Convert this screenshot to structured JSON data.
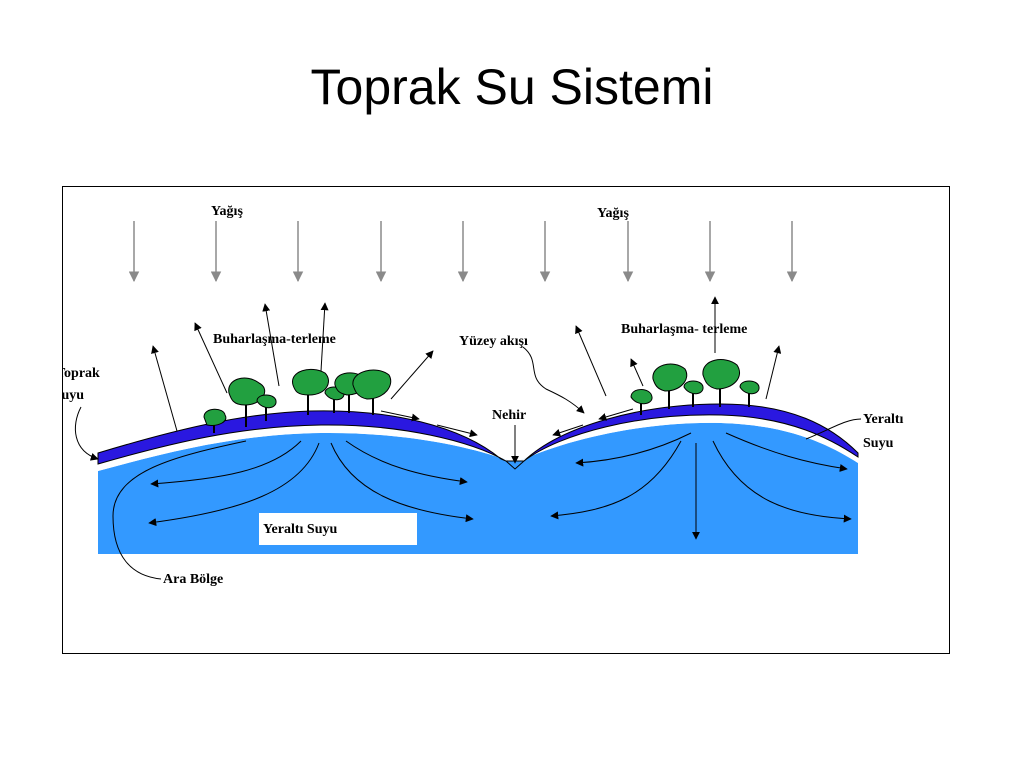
{
  "title": "Toprak Su Sistemi",
  "colors": {
    "groundwater": "#3399ff",
    "soil_layer": "#2a18e0",
    "tree_green": "#22a040",
    "trunk": "#000000",
    "rain_arrow": "#8a8a8a"
  },
  "labels": {
    "rain_left": "Yağış",
    "rain_right": "Yağış",
    "evap_left": "Buharlaşma-terleme",
    "evap_right": "Buharlaşma- terleme",
    "soil_water_line1": "Toprak",
    "soil_water_line2": "suyu",
    "surface_runoff": "Yüzey akışı",
    "river": "Nehir",
    "groundwater_right_line1": "Yeraltı",
    "groundwater_right_line2": "Suyu",
    "groundwater_center": "Yeraltı  Suyu",
    "vadose_zone": "Ara Bölge"
  }
}
